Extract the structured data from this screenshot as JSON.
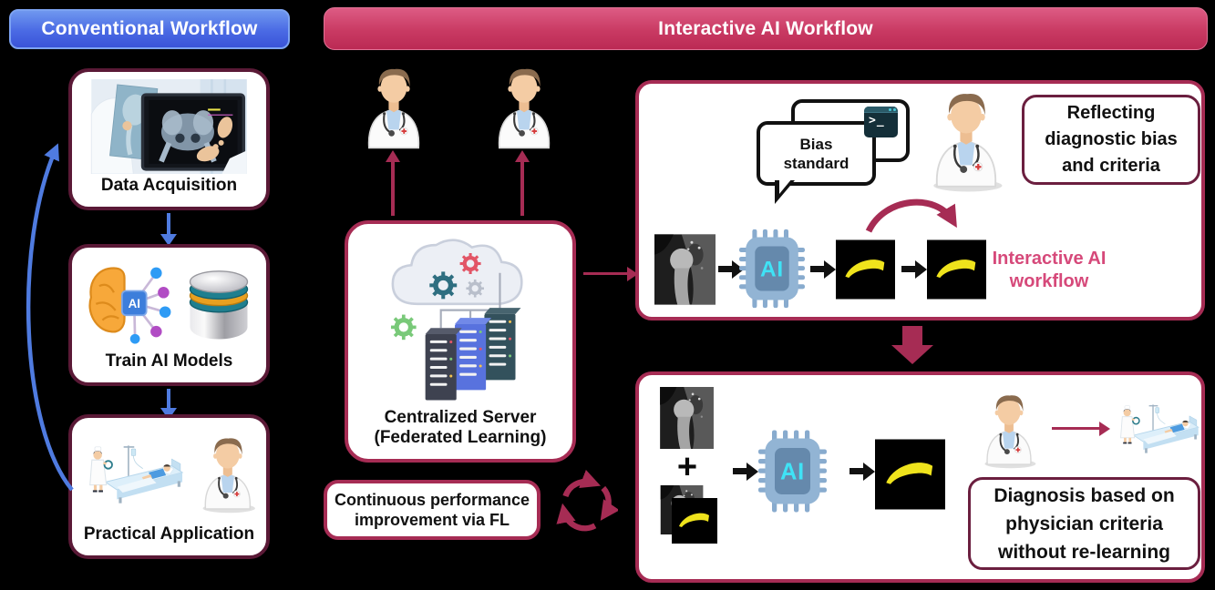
{
  "colors": {
    "background": "#000000",
    "header_blue": "#4a6ae4",
    "header_pink": "#c93a63",
    "crimson_accent": "#a62c54",
    "maroon_border": "#5a1936",
    "blue_arrow": "#4f7be0",
    "pink_label_text": "#d6497a",
    "segmentation_yellow": "#efe31c",
    "ai_text_cyan": "#3fe3f6"
  },
  "left_panel": {
    "header": "Conventional Workflow",
    "steps": [
      {
        "label": "Data Acquisition"
      },
      {
        "label": "Train AI Models"
      },
      {
        "label": "Practical Application"
      }
    ]
  },
  "center_panel": {
    "server_box": {
      "line1": "Centralized Server",
      "line2": "(Federated Learning)"
    },
    "fl_note": {
      "line1": "Continuous performance",
      "line2": "improvement via FL"
    }
  },
  "right_panel": {
    "header": "Interactive AI Workflow",
    "top_box": {
      "bubble": {
        "line1": "Bias",
        "line2": "standard"
      },
      "terminal_prompt": ">_",
      "note": {
        "line1": "Reflecting",
        "line2": "diagnostic bias",
        "line3": "and criteria"
      },
      "flow_label": {
        "line1": "Interactive AI",
        "line2": "workflow"
      }
    },
    "bottom_box": {
      "plus": "+",
      "note": {
        "line1": "Diagnosis based on",
        "line2": "physician criteria",
        "line3": "without re-learning"
      }
    }
  },
  "ai_chip_label": "AI",
  "icons": [
    "doctor-icon",
    "terminal-icon",
    "speech-bubbles-icon",
    "ai-chip-icon",
    "mri-image",
    "segmentation-mask",
    "cloud-server-icon",
    "cycle-icon",
    "brain-network-icon",
    "database-icon",
    "hospital-bed-icon",
    "xray-review-photo",
    "up-arrow",
    "down-arrow",
    "right-arrow",
    "curved-arrow"
  ]
}
